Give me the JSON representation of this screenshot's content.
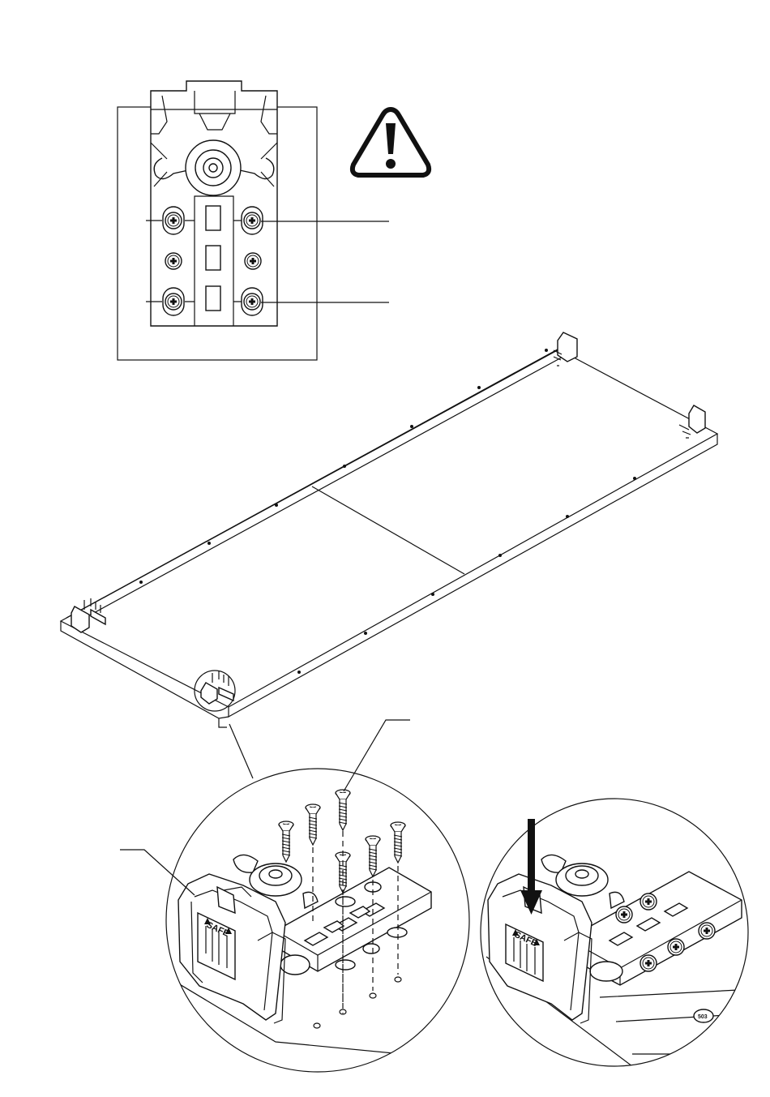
{
  "labels": {
    "safe_left": "SAFE",
    "safe_right": "SAFE",
    "wheel_stamp": "503"
  }
}
